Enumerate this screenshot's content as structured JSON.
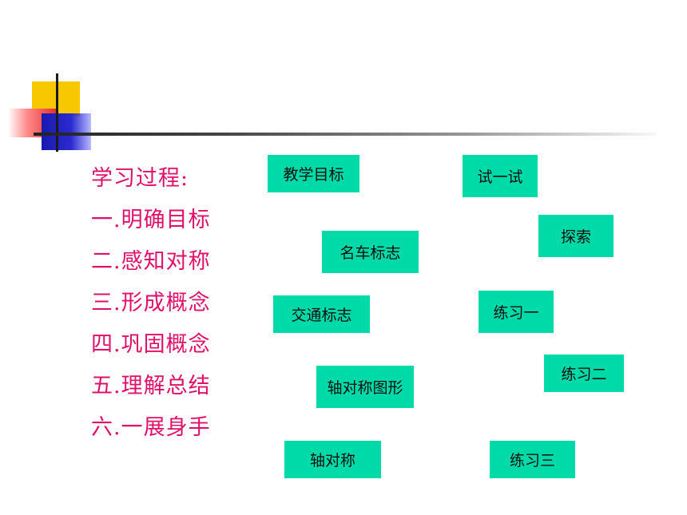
{
  "outline": {
    "title": "学习过程:",
    "items": [
      "一.明确目标",
      "二.感知对称",
      "三.形成概念",
      "四.巩固概念",
      "五.理解总结",
      "六.一展身手"
    ]
  },
  "buttons": {
    "teaching_goal": "教学目标",
    "try_it": "试一试",
    "explore": "探索",
    "car_logos": "名车标志",
    "traffic_signs": "交通标志",
    "exercise_one": "练习一",
    "exercise_two": "练习二",
    "axisym_figures": "轴对称图形",
    "axial_symmetry": "轴对称",
    "exercise_three": "练习三"
  },
  "colors": {
    "outline_text": "#e0106a",
    "button_bg": "#00d9a8"
  }
}
